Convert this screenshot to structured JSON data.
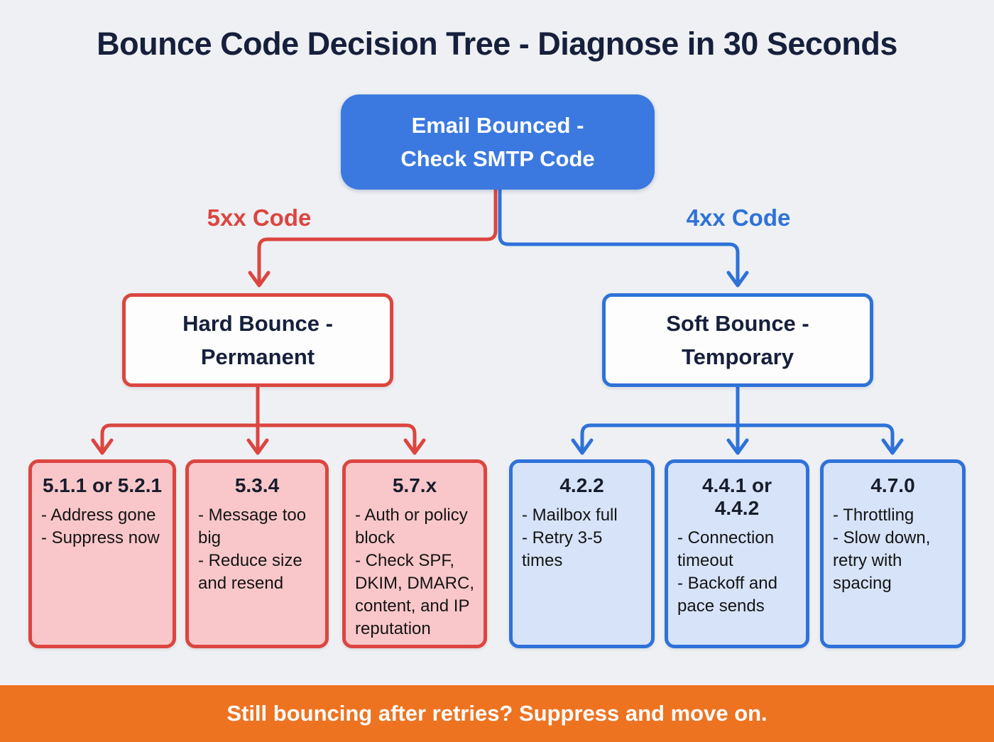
{
  "title": "Bounce Code Decision Tree - Diagnose in 30 Seconds",
  "root": {
    "line1": "Email Bounced -",
    "line2": "Check SMTP Code"
  },
  "branches": {
    "left_label": "5xx Code",
    "right_label": "4xx Code"
  },
  "hard": {
    "line1": "Hard Bounce -",
    "line2": "Permanent"
  },
  "soft": {
    "line1": "Soft Bounce -",
    "line2": "Temporary"
  },
  "leaves": [
    {
      "code": "5.1.1 or 5.2.1",
      "items": [
        "- Address gone",
        "- Suppress now"
      ]
    },
    {
      "code": "5.3.4",
      "items": [
        "- Message too big",
        "- Reduce size and resend"
      ]
    },
    {
      "code": "5.7.x",
      "items": [
        "- Auth or policy block",
        "- Check SPF, DKIM, DMARC, content, and IP reputation"
      ]
    },
    {
      "code": "4.2.2",
      "items": [
        "- Mailbox full",
        "- Retry 3-5 times"
      ]
    },
    {
      "code": "4.4.1 or 4.4.2",
      "items": [
        "- Connection timeout",
        "- Backoff and pace sends"
      ]
    },
    {
      "code": "4.7.0",
      "items": [
        "- Throttling",
        "- Slow down, retry with spacing"
      ]
    }
  ],
  "footer": "Still bouncing after retries? Suppress and move on.",
  "colors": {
    "bg": "#eef0f3",
    "navy": "#16203c",
    "red": "#dc4540",
    "blue": "#2e72d9",
    "rootBlue": "#3b79e0",
    "pink": "#f9c7c9",
    "lightBlue": "#d6e3f9",
    "orange": "#ee7321",
    "ink": "#141414"
  }
}
